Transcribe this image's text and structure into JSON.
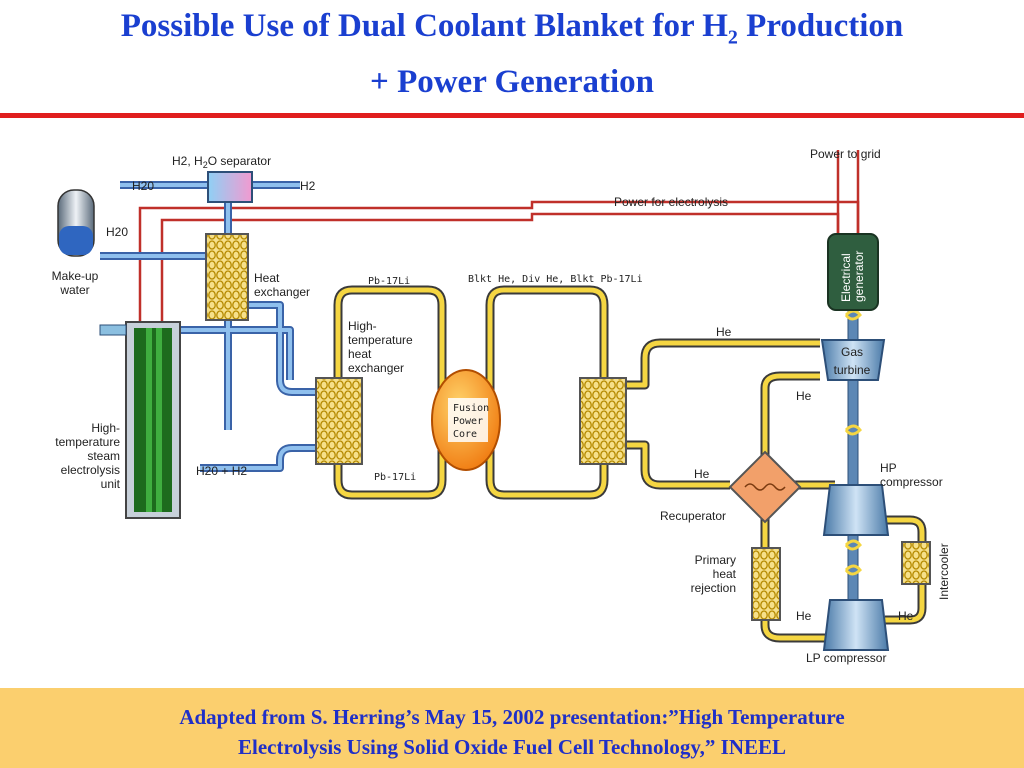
{
  "title": {
    "line1_prefix": "Possible Use of Dual Coolant Blanket for H",
    "line1_sub": "2",
    "line1_suffix": " Production",
    "line2": "+ Power Generation"
  },
  "diagram": {
    "h2_h2o_separator_prefix": "H2, H",
    "h2_h2o_separator_sub": "2",
    "h2_h2o_separator_suffix": "O separator",
    "h2o_left": "H20",
    "h2_right": "H2",
    "h2o_tank": "H20",
    "makeup_water": [
      "Make-up",
      "water"
    ],
    "heat_exchanger": [
      "Heat",
      "exchanger"
    ],
    "pb17li_top": "Pb-17Li",
    "pb17li_bottom": "Pb-17Li",
    "blkt_label": "Blkt He, Div He, Blkt Pb-17Li",
    "high_temp_hx": [
      "High-",
      "temperature",
      "heat",
      "exchanger"
    ],
    "fusion_core": [
      "Fusion",
      "Power",
      "Core"
    ],
    "electrolysis_unit": [
      "High-",
      "temperature",
      "steam",
      "electrolysis",
      "unit"
    ],
    "h2o_h2": "H20 + H2",
    "power_for_electrolysis": "Power for electrolysis",
    "power_to_grid": "Power to grid",
    "electrical_generator": [
      "Electrical",
      "generator"
    ],
    "gas_turbine": [
      "Gas",
      "turbine"
    ],
    "he_1": "He",
    "he_2": "He",
    "he_3": "He",
    "he_4": "He",
    "he_5": "He",
    "recuperator": "Recuperator",
    "hp_compressor": [
      "HP",
      "compressor"
    ],
    "intercooler": "Intercooler",
    "primary_heat_rejection": [
      "Primary",
      "heat",
      "rejection"
    ],
    "lp_compressor": "LP compressor"
  },
  "footer": {
    "line1": "Adapted from S. Herring’s May 15, 2002 presentation:”High Temperature",
    "line2": "Electrolysis Using Solid Oxide Fuel Cell Technology,” INEEL"
  }
}
